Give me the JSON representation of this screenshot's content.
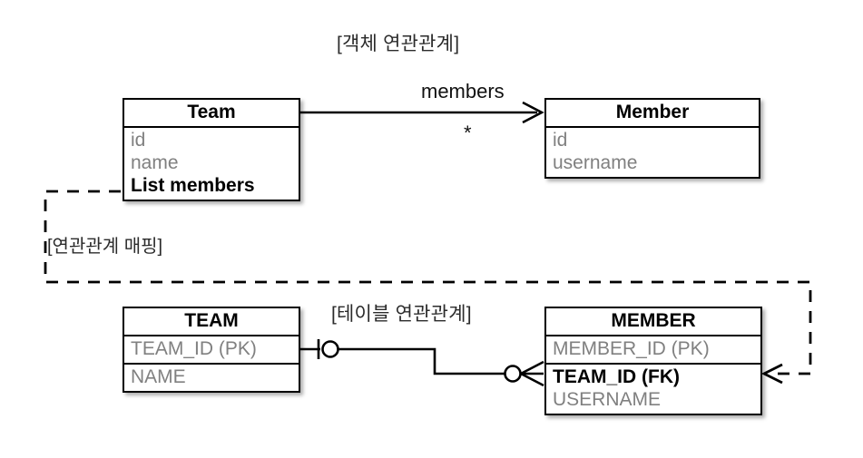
{
  "diagram": {
    "object_section_title": "[객체 연관관계]",
    "mapping_label": "[연관관계 매핑]",
    "table_section_title": "[테이블 연관관계]"
  },
  "object_model": {
    "team": {
      "title": "Team",
      "fields": [
        {
          "name": "id",
          "emphasis": false
        },
        {
          "name": "name",
          "emphasis": false
        },
        {
          "name": "List members",
          "emphasis": true
        }
      ]
    },
    "member": {
      "title": "Member",
      "fields": [
        {
          "name": "id",
          "emphasis": false
        },
        {
          "name": "username",
          "emphasis": false
        }
      ]
    },
    "association": {
      "label": "members",
      "multiplicity": "*",
      "direction": "Team -> Member"
    }
  },
  "table_model": {
    "team_table": {
      "title": "TEAM",
      "columns": [
        {
          "name": "TEAM_ID (PK)",
          "emphasis": false
        },
        {
          "name": "NAME",
          "emphasis": false
        }
      ]
    },
    "member_table": {
      "title": "MEMBER",
      "columns": [
        {
          "name": "MEMBER_ID (PK)",
          "emphasis": false
        },
        {
          "name": "TEAM_ID (FK)",
          "emphasis": true
        },
        {
          "name": "USERNAME",
          "emphasis": false
        }
      ]
    },
    "relationship": {
      "from": "TEAM.TEAM_ID (PK)",
      "to": "MEMBER.TEAM_ID (FK)",
      "from_cardinality": "one",
      "to_cardinality": "zero-or-many",
      "notation": "crows-foot"
    }
  },
  "colors": {
    "line": "#000000",
    "field_text": "#808080",
    "emphasis_text": "#000000",
    "background": "#ffffff"
  }
}
